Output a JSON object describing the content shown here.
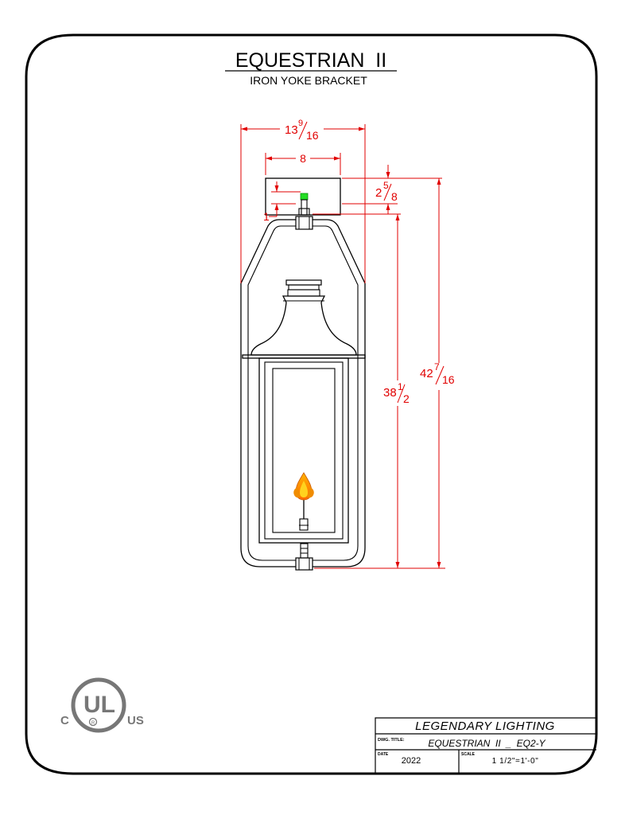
{
  "title": "EQUESTRIAN  II",
  "subtitle": "IRON YOKE BRACKET",
  "dimensions": {
    "overall_width": {
      "whole": "13",
      "num": "9",
      "den": "16"
    },
    "bracket_width": "8",
    "bracket_height": {
      "whole": "2",
      "num": "5",
      "den": "8"
    },
    "offset": "1",
    "fixture_height": {
      "whole": "38",
      "num": "1",
      "den": "2"
    },
    "overall_height": {
      "whole": "42",
      "num": "7",
      "den": "16"
    }
  },
  "certification": {
    "left": "C",
    "mark": "UL",
    "right": "US",
    "registered": "R"
  },
  "title_block": {
    "company": "LEGENDARY LIGHTING",
    "dwg_title_label": "DWG. TITLE:",
    "dwg_title": "EQUESTRIAN  II  _  EQ2-Y",
    "date_label": "DATE",
    "date": "2022",
    "scale_label": "SCALE",
    "scale": "1 1/2\"=1'-0\""
  },
  "colors": {
    "dimension": "#e10000",
    "gas_valve": "#22dd22",
    "flame_outer": "#f08c00",
    "flame_inner": "#ffd21e"
  }
}
